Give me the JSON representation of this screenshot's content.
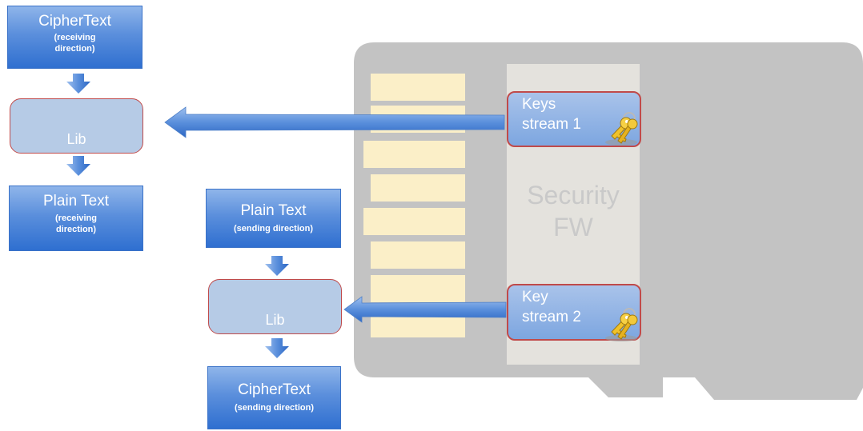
{
  "receiving": {
    "input": {
      "title": "CipherText",
      "subtitle": "(receiving direction)"
    },
    "lib": "Lib",
    "output": {
      "title": "Plain Text",
      "subtitle": "(receiving direction)"
    }
  },
  "sending": {
    "input": {
      "title": "Plain Text",
      "subtitle": "(sending direction)"
    },
    "lib": "Lib",
    "output": {
      "title": "CipherText",
      "subtitle": "(sending direction)"
    }
  },
  "card": {
    "security_label_line1": "Security",
    "security_label_line2": "FW",
    "key1": {
      "line1": "Keys",
      "line2": "stream 1"
    },
    "key2": {
      "line1": "Key",
      "line2": "stream 2"
    }
  },
  "colors": {
    "card": "#c3c3c3",
    "security_panel": "#e4e2dd",
    "slot": "#fbefc8",
    "box_blue": "#4a82d6",
    "border_red": "#c04a4a"
  }
}
